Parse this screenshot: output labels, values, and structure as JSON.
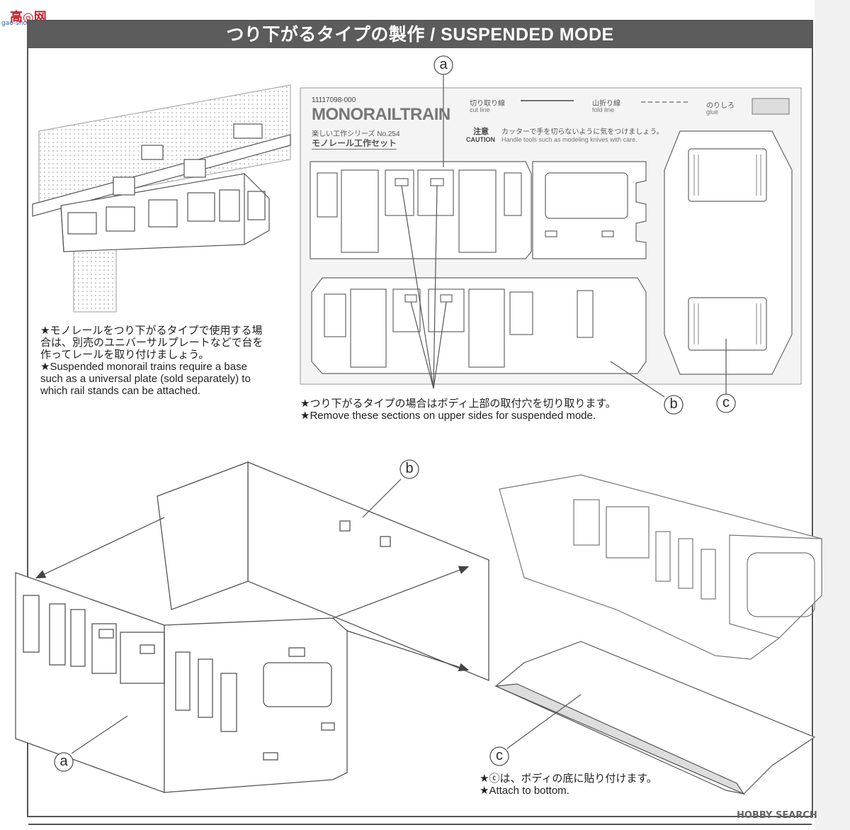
{
  "logo": {
    "text": "高◎网",
    "sub": "gao-shou.com"
  },
  "header": {
    "title": "つり下がるタイプの製作 / SUSPENDED MODE"
  },
  "sheet": {
    "code": "11117098-000",
    "brand": "MONORAILTRAIN",
    "series": "楽しい工作シリーズ No.254",
    "product": "モノレール工作セット",
    "legend": {
      "cut_jp": "切り取り線",
      "cut_en": "cut line",
      "fold_jp": "山折り線",
      "fold_en": "fold line",
      "glue_jp": "のりしろ",
      "glue_en": "glue"
    },
    "caution_jp_label": "注意",
    "caution_en_label": "CAUTION",
    "caution_jp": "カッターで手を切らないように気をつけましょう。",
    "caution_en": "Handle tools such as modeling knives with care."
  },
  "callouts": {
    "a": "a",
    "b": "b",
    "c": "c"
  },
  "notes": {
    "base": [
      "★モノレールをつり下がるタイプで使用する場",
      "合は、別売のユニバーサルプレートなどで台を",
      "作ってレールを取り付けましょう。",
      "★Suspended monorail trains require a base",
      "such as a universal plate (sold separately) to",
      "which rail stands can be attached."
    ],
    "remove": [
      "★つり下がるタイプの場合はボディ上部の取付穴を切り取ります。",
      "★Remove these sections on upper sides for suspended mode."
    ],
    "attach": [
      "★ⓒは、ボディの底に貼り付けます。",
      "★Attach to bottom."
    ]
  },
  "watermark": "HOBBY SEARCH",
  "colors": {
    "header": "#5c5c5c",
    "line": "#555555",
    "panel": "#f4f4f4"
  }
}
